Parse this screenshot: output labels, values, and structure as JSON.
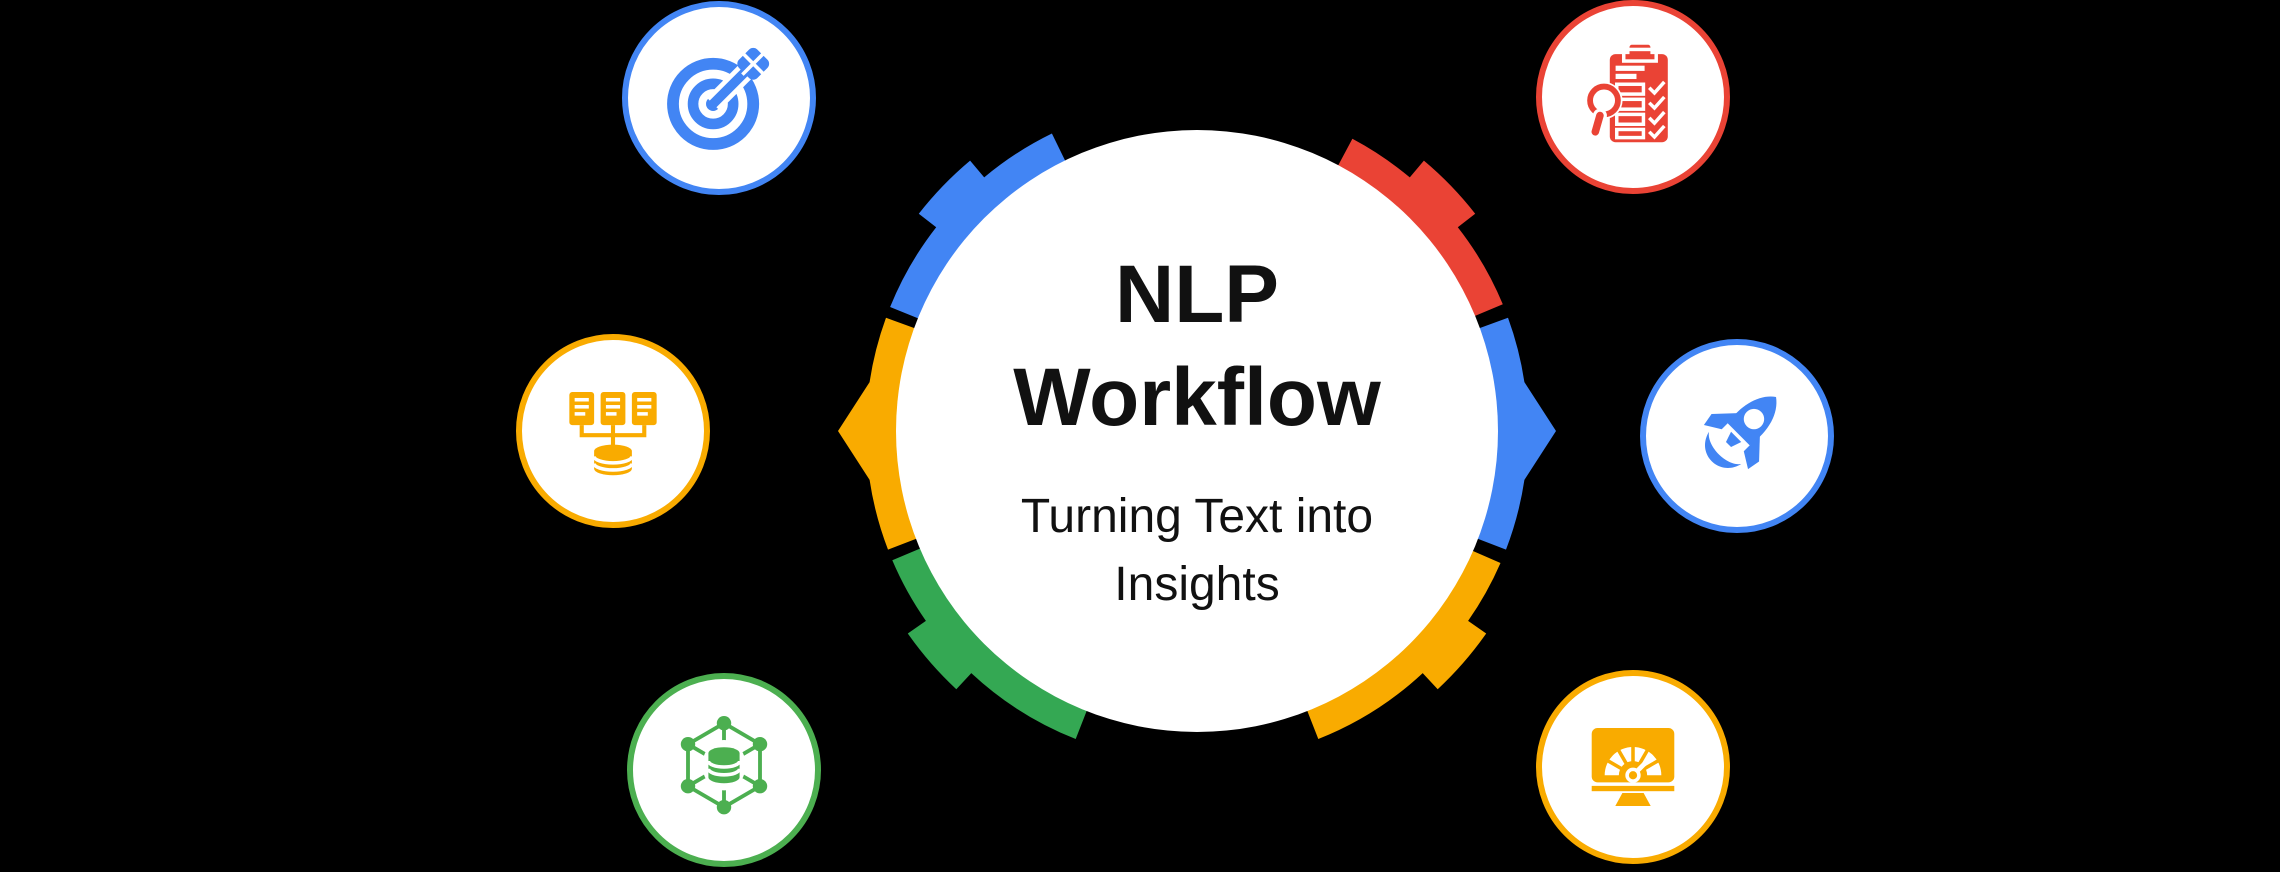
{
  "title": {
    "line1": "NLP",
    "line2": "Workflow"
  },
  "subtitle": {
    "line1": "Turning Text into",
    "line2": "Insights"
  },
  "palette": {
    "blue": "#4285F4",
    "red": "#EA4335",
    "yellow": "#F9AB00",
    "green": "#34A853",
    "green_light": "#4CAF50",
    "circle_fill": "#FFFFFF",
    "background": "#000000",
    "text": "#111111"
  },
  "ring": {
    "segments": [
      {
        "name": "ring-segment-top-left",
        "color": "blue",
        "start": 292,
        "end": 334,
        "pointer": "tab",
        "pointer_angle": 314
      },
      {
        "name": "ring-segment-top-right",
        "color": "red",
        "start": 28,
        "end": 67.5,
        "pointer": "tab",
        "pointer_angle": 46
      },
      {
        "name": "ring-segment-right",
        "color": "blue",
        "start": 70,
        "end": 111,
        "pointer": "diamond",
        "pointer_angle": 90
      },
      {
        "name": "ring-segment-bottom-right",
        "color": "yellow",
        "start": 113.5,
        "end": 158.5,
        "pointer": "tab",
        "pointer_angle": 131
      },
      {
        "name": "ring-segment-bottom-left",
        "color": "green",
        "start": 201.5,
        "end": 247,
        "pointer": "tab",
        "pointer_angle": 229
      },
      {
        "name": "ring-segment-left",
        "color": "yellow",
        "start": 249,
        "end": 290,
        "pointer": "diamond",
        "pointer_angle": 270
      }
    ]
  },
  "nodes": [
    {
      "name": "node-target",
      "icon": "target-icon",
      "color": "blue"
    },
    {
      "name": "node-checklist",
      "icon": "checklist-magnifier-icon",
      "color": "red"
    },
    {
      "name": "node-data-collection",
      "icon": "data-sources-icon",
      "color": "yellow"
    },
    {
      "name": "node-rocket",
      "icon": "rocket-icon",
      "color": "blue"
    },
    {
      "name": "node-network",
      "icon": "network-database-icon",
      "color": "green_light"
    },
    {
      "name": "node-dashboard",
      "icon": "dashboard-gauge-icon",
      "color": "yellow"
    }
  ]
}
